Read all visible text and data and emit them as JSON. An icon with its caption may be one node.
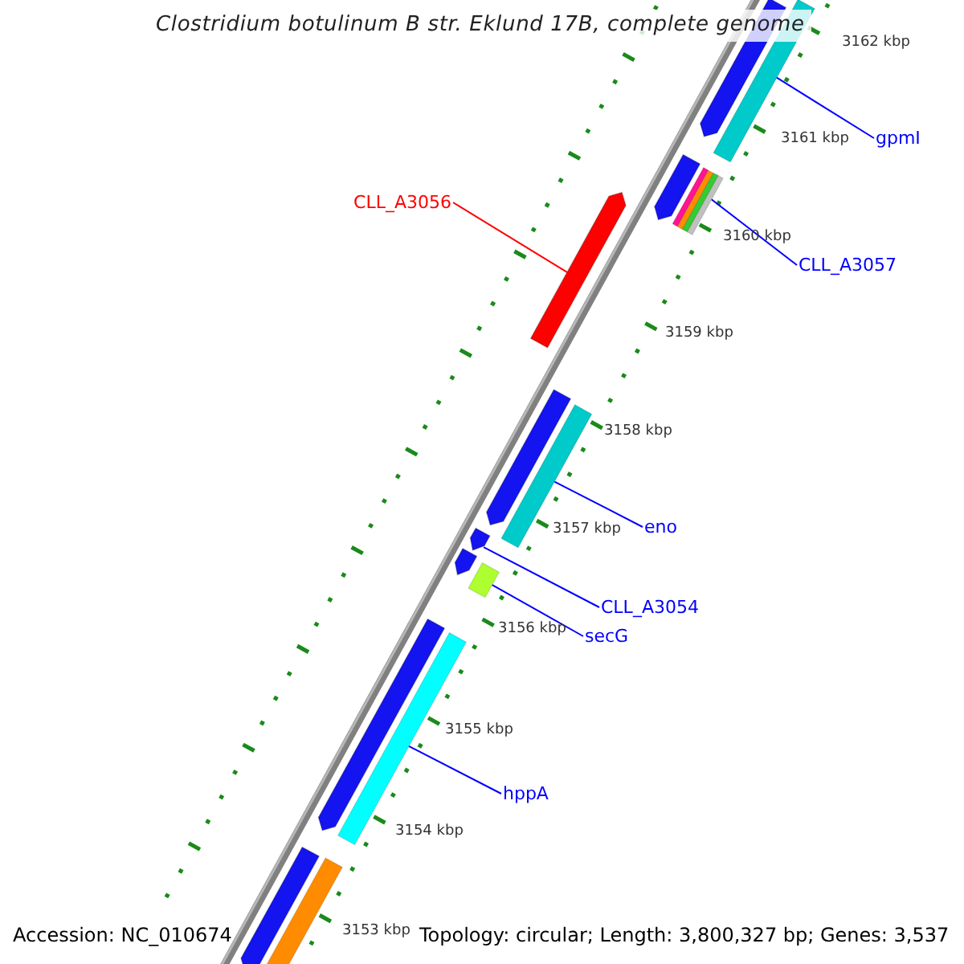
{
  "diagram": {
    "title": "Clostridium botulinum B str. Eklund 17B, complete genome",
    "nodes": [
      {
        "text": [],
        "shape": "bar"
      },
      {
        "text": [],
        "shape": "bar"
      },
      {
        "text": [
          "gpmI"
        ]
      },
      {
        "text": [],
        "shape": "bar"
      },
      {
        "text": [],
        "shape": "bar"
      },
      {
        "text": [
          "CLL_A3056"
        ]
      },
      {
        "text": [],
        "shape": "bar"
      },
      {
        "text": [
          "CLL_A3057"
        ]
      },
      {
        "text": [],
        "shape": "bar"
      },
      {
        "text": [],
        "shape": "bar"
      },
      {
        "text": [
          "eno"
        ]
      },
      {
        "text": [],
        "shape": "bar"
      },
      {
        "text": [],
        "shape": "bar"
      },
      {
        "text": [],
        "shape": "bar"
      },
      {
        "text": [
          "CLL_A3054"
        ]
      },
      {
        "text": [],
        "shape": "bar"
      },
      {
        "text": [
          "secG"
        ]
      },
      {
        "text": [],
        "shape": "bar"
      },
      {
        "text": [
          "hppA"
        ]
      },
      {
        "text": [],
        "shape": "bar"
      },
      {
        "text": [],
        "shape": "bar"
      }
    ],
    "edges": [
      {
        "from": 2,
        "to": 1,
        "arrow": "none"
      },
      {
        "from": 5,
        "to": 6,
        "arrow": "none",
        "color": "#ff0000"
      },
      {
        "from": 7,
        "to": 4,
        "arrow": "none"
      },
      {
        "from": 10,
        "to": 9,
        "arrow": "none"
      },
      {
        "from": 14,
        "to": 11,
        "arrow": "none"
      },
      {
        "from": 16,
        "to": 13,
        "arrow": "none"
      },
      {
        "from": 18,
        "to": 17,
        "arrow": "none"
      }
    ],
    "labels": [
      "3162 kbp",
      "3161 kbp",
      "3160 kbp",
      "3159 kbp",
      "3158 kbp",
      "3157 kbp",
      "3156 kbp",
      "3155 kbp",
      "3154 kbp",
      "3153 kbp",
      "Accession: NC_010674",
      "Topology: circular; Length: 3,800,327 bp; Genes: 3,537"
    ]
  }
}
